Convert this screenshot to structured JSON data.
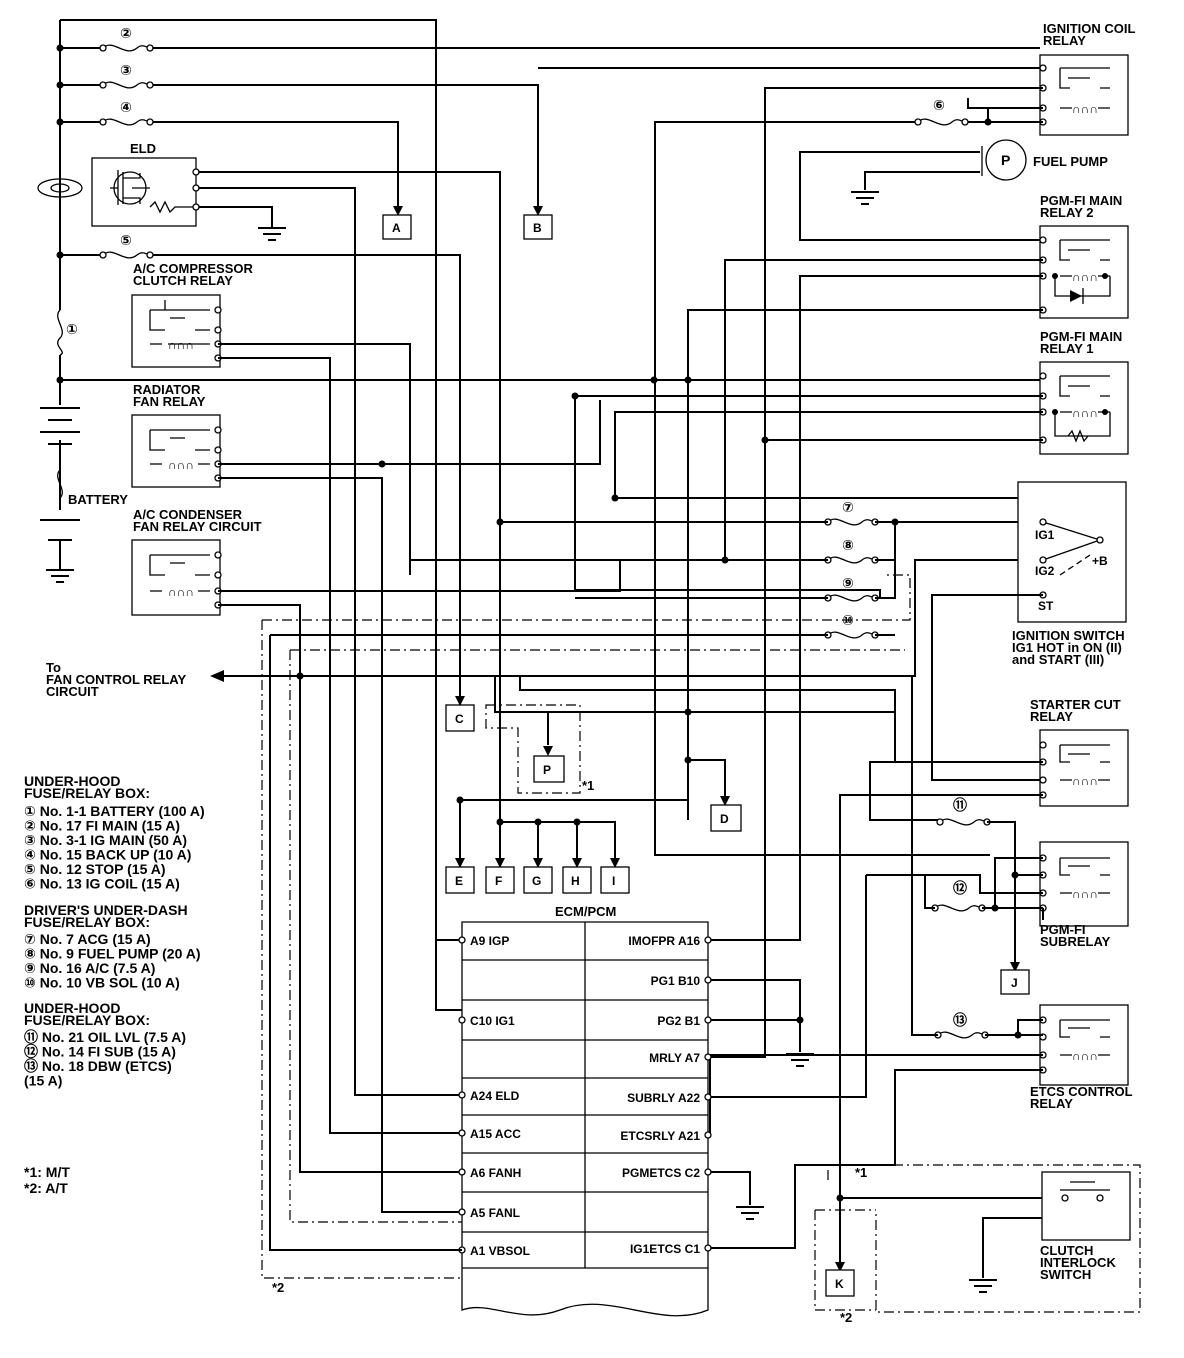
{
  "relays": {
    "ignition_coil": "IGNITION COIL\nRELAY",
    "pgmfi_main_2": "PGM-FI MAIN\nRELAY 2",
    "pgmfi_main_1": "PGM-FI MAIN\nRELAY 1",
    "ac_compressor": "A/C COMPRESSOR\nCLUTCH RELAY",
    "radiator_fan": "RADIATOR\nFAN RELAY",
    "ac_condenser": "A/C CONDENSER\nFAN RELAY CIRCUIT",
    "starter_cut": "STARTER CUT\nRELAY",
    "pgmfi_sub": "PGM-FI\nSUBRELAY",
    "etcs_control": "ETCS CONTROL\nRELAY"
  },
  "components": {
    "fuel_pump": "FUEL PUMP",
    "fuel_pump_symbol": "P",
    "eld": "ELD",
    "battery": "BATTERY",
    "ignition_switch": "IGNITION SWITCH\nIG1 HOT in ON (II)\nand START (III)",
    "ig1": "IG1",
    "ig2": "IG2",
    "plus_b": "+B",
    "st": "ST",
    "fan_control": "To\nFAN CONTROL RELAY\nCIRCUIT",
    "clutch_interlock": "CLUTCH\nINTERLOCK\nSWITCH",
    "ecm_title": "ECM/PCM"
  },
  "fuse_numbers": [
    "①",
    "②",
    "③",
    "④",
    "⑤",
    "⑥",
    "⑦",
    "⑧",
    "⑨",
    "⑩",
    "⑪",
    "⑫",
    "⑬"
  ],
  "connectors": [
    "A",
    "B",
    "C",
    "D",
    "E",
    "F",
    "G",
    "H",
    "I",
    "J",
    "K",
    "P"
  ],
  "ecm_pins": {
    "left": [
      "A9 IGP",
      "C10 IG1",
      "A24 ELD",
      "A15 ACC",
      "A6 FANH",
      "A5 FANL",
      "A1 VBSOL"
    ],
    "right": [
      "IMOFPR A16",
      "PG1 B10",
      "PG2 B1",
      "MRLY A7",
      "SUBRLY A22",
      "ETCSRLY A21",
      "PGMETCS C2",
      "IG1ETCS C1"
    ]
  },
  "legend": {
    "under_hood_title": "UNDER-HOOD\nFUSE/RELAY BOX:",
    "under_hood_items": [
      "① No. 1-1 BATTERY (100 A)",
      "② No. 17 FI MAIN (15 A)",
      "③ No. 3-1 IG MAIN (50 A)",
      "④ No. 15 BACK UP (10 A)",
      "⑤ No. 12 STOP (15 A)",
      "⑥ No. 13 IG COIL (15 A)"
    ],
    "under_dash_title": "DRIVER'S UNDER-DASH\nFUSE/RELAY BOX:",
    "under_dash_items": [
      "⑦ No. 7 ACG (15 A)",
      "⑧ No. 9 FUEL PUMP (20 A)",
      "⑨ No. 16 A/C (7.5 A)",
      "⑩ No. 10 VB SOL (10 A)"
    ],
    "under_hood2_title": "UNDER-HOOD\nFUSE/RELAY BOX:",
    "under_hood2_items": [
      "⑪ No. 21 OIL LVL (7.5 A)",
      "⑫ No. 14 FI SUB (15 A)",
      "⑬ No. 18 DBW (ETCS)\n(15 A)"
    ]
  },
  "notes": {
    "mt": "*1: M/T",
    "at": "*2: A/T",
    "star1": "*1",
    "star2": "*2"
  }
}
